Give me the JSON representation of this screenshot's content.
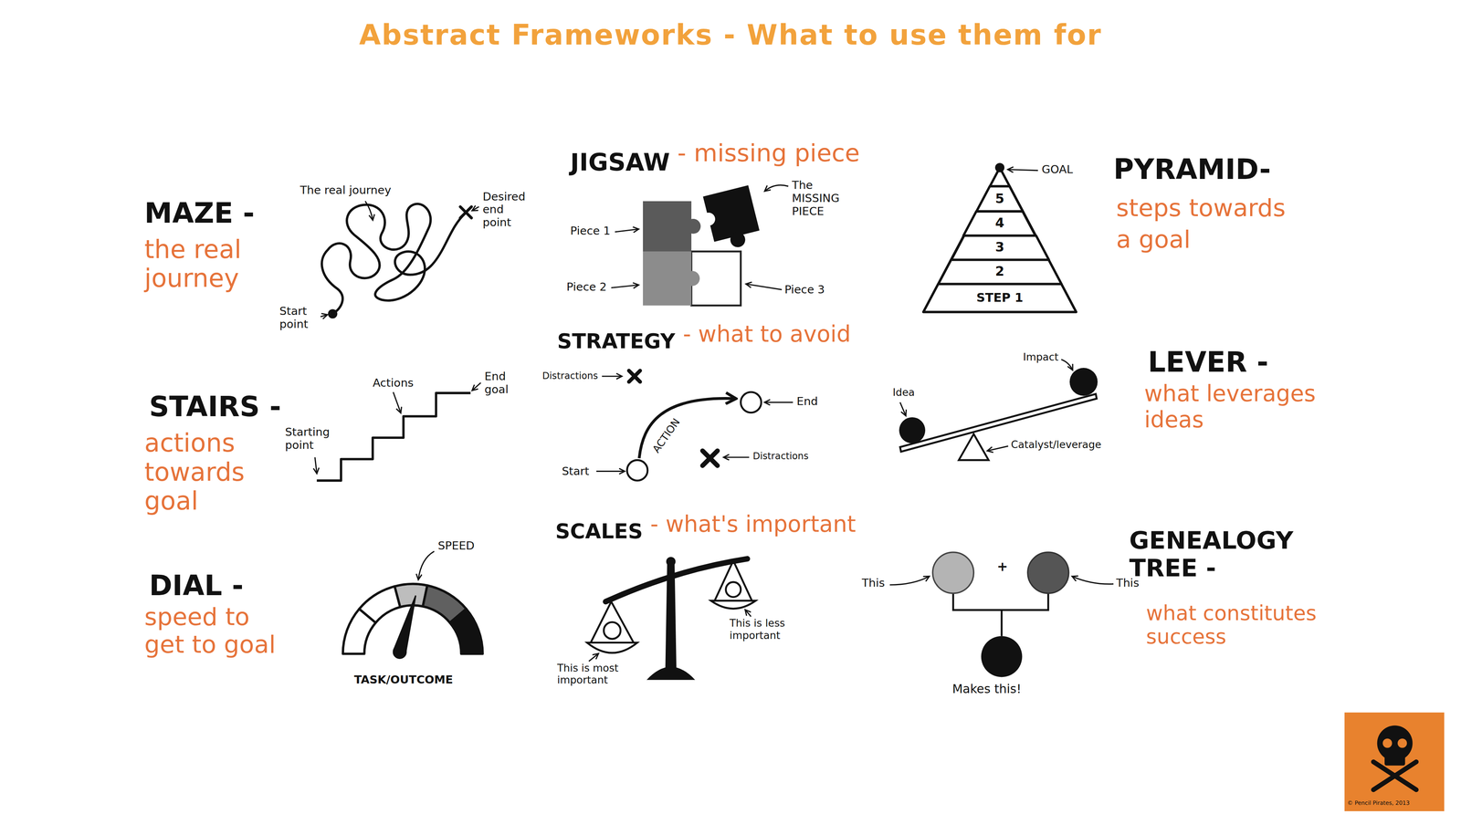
{
  "diagram": {
    "title": "Abstract Frameworks - What to use them for",
    "nodes": [
      {
        "text": [
          "5"
        ]
      },
      {
        "text": [
          "4"
        ]
      },
      {
        "text": [
          "3"
        ]
      },
      {
        "text": [
          "2"
        ]
      },
      {
        "text": [
          "STEP 1"
        ]
      }
    ],
    "labels": [
      "MAZE -",
      "the real journey",
      "The real journey",
      "Desired end point",
      "Start point",
      "JIGSAW",
      "- missing piece",
      "The MISSING PIECE",
      "Piece 1",
      "Piece 2",
      "Piece 3",
      "GOAL",
      "PYRAMID-",
      "steps towards a goal",
      "STAIRS -",
      "actions towards goal",
      "Actions",
      "End goal",
      "Starting point",
      "STRATEGY",
      "- what to avoid",
      "Distractions",
      "ACTION",
      "End",
      "Start",
      "Distractions",
      "LEVER -",
      "what leverages ideas",
      "Impact",
      "Idea",
      "Catalyst/leverage",
      "DIAL -",
      "speed to get to goal",
      "SPEED",
      "TASK/OUTCOME",
      "SCALES",
      "- what's important",
      "This is most important",
      "This is less important",
      "GENEALOGY TREE -",
      "what constitutes success",
      "This",
      "+",
      "This",
      "Makes this!",
      "© Pencil Pirates, 2013"
    ]
  }
}
